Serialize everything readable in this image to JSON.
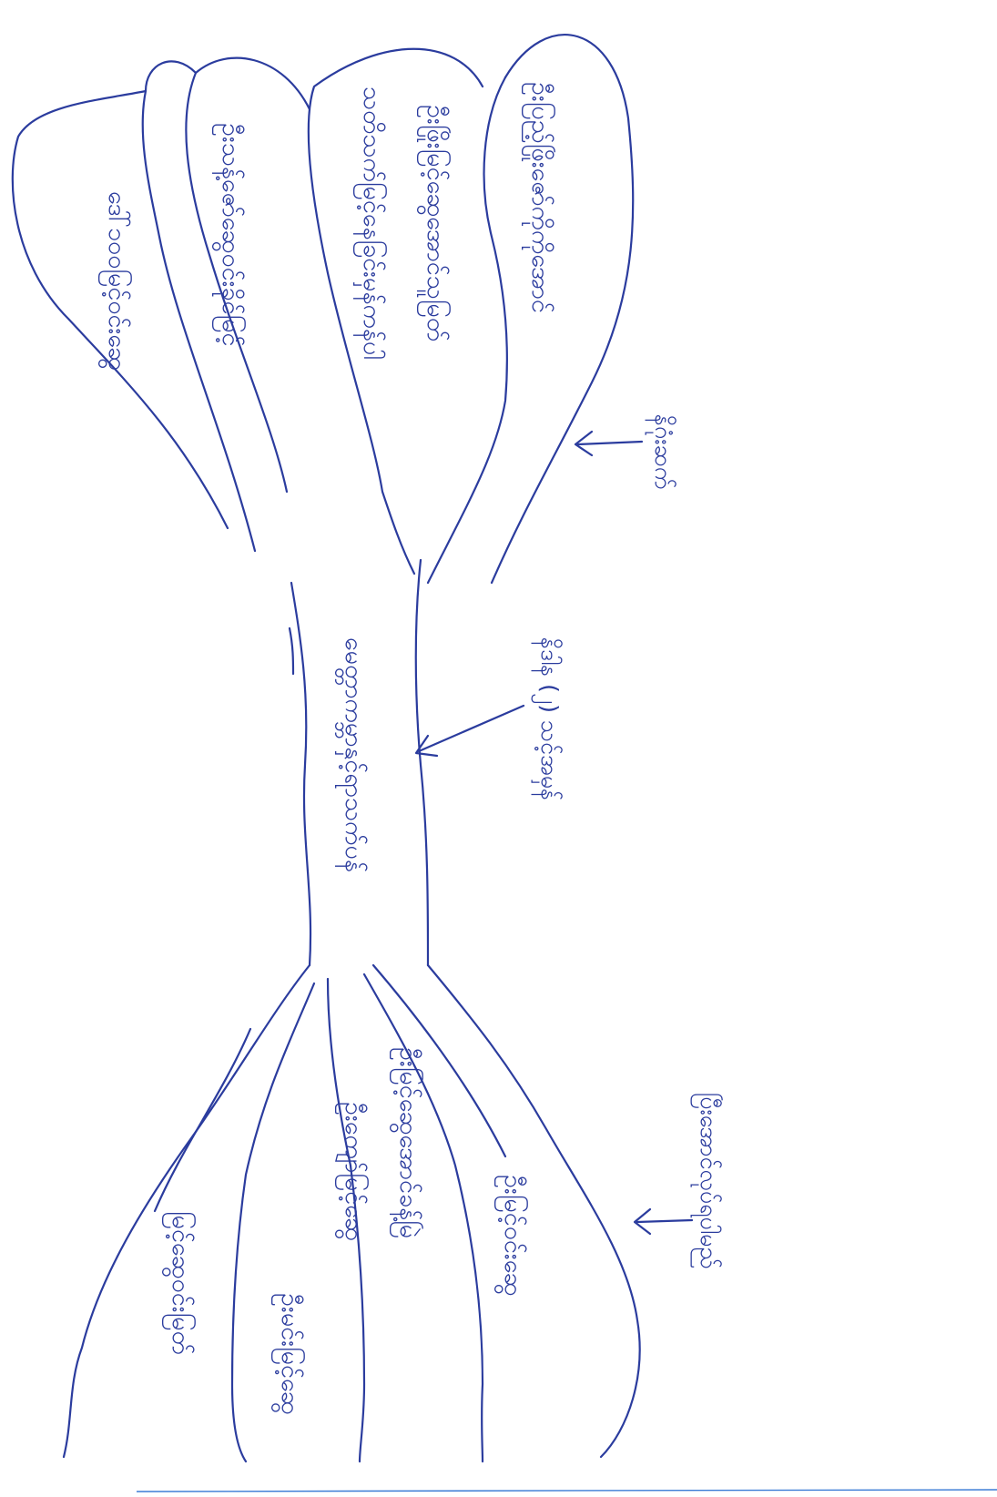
{
  "diagram": {
    "kind": "hand-drawn fishbone / tree diagram",
    "ink_color": "#2b3c9e",
    "trunk": {
      "label": "မေတ္တာကမ္ဘာနှင့်ရာသက်ပန်",
      "side_label": "နိဒါန (၂) သင့်အမှန်"
    },
    "top_branches": {
      "side_label": "နိဂုံးဆက်",
      "items": [
        {
          "label": "ဦးပြည့်ဖြိုးဇော်ကိုကိုအောင်"
        },
        {
          "label": "ဦးဖြိုးမြင့်ဆွေအောင်သူမြတ်"
        },
        {
          "label": "သတိသက်မြင့်နေခြင်းမှန်ကန်ပါ"
        },
        {
          "label": "ဦးသန့်ဇော်ဆွေဝင်းခိုင်မြင့်"
        },
        {
          "label": "ဒေါ်၁၀၀မြင့်ဝင်းဆွေ"
        }
      ]
    },
    "bottom_branches": {
      "side_label": "ပြီးအောင်လုပ်ရပါမည်",
      "items": [
        {
          "label": "ဦးမြင့်ဝင်းဆွေ"
        },
        {
          "label": "ဦးမြင့်ဆွေအောင်ခန့်မြဲ"
        },
        {
          "label": "ဦးမင်းမြင့်ဆွေ"
        },
        {
          "label": "ဦးကျော်မြင့်ဆွေ"
        },
        {
          "label": "မြင့်ဆွေဝင်းမြတ်"
        }
      ]
    }
  }
}
